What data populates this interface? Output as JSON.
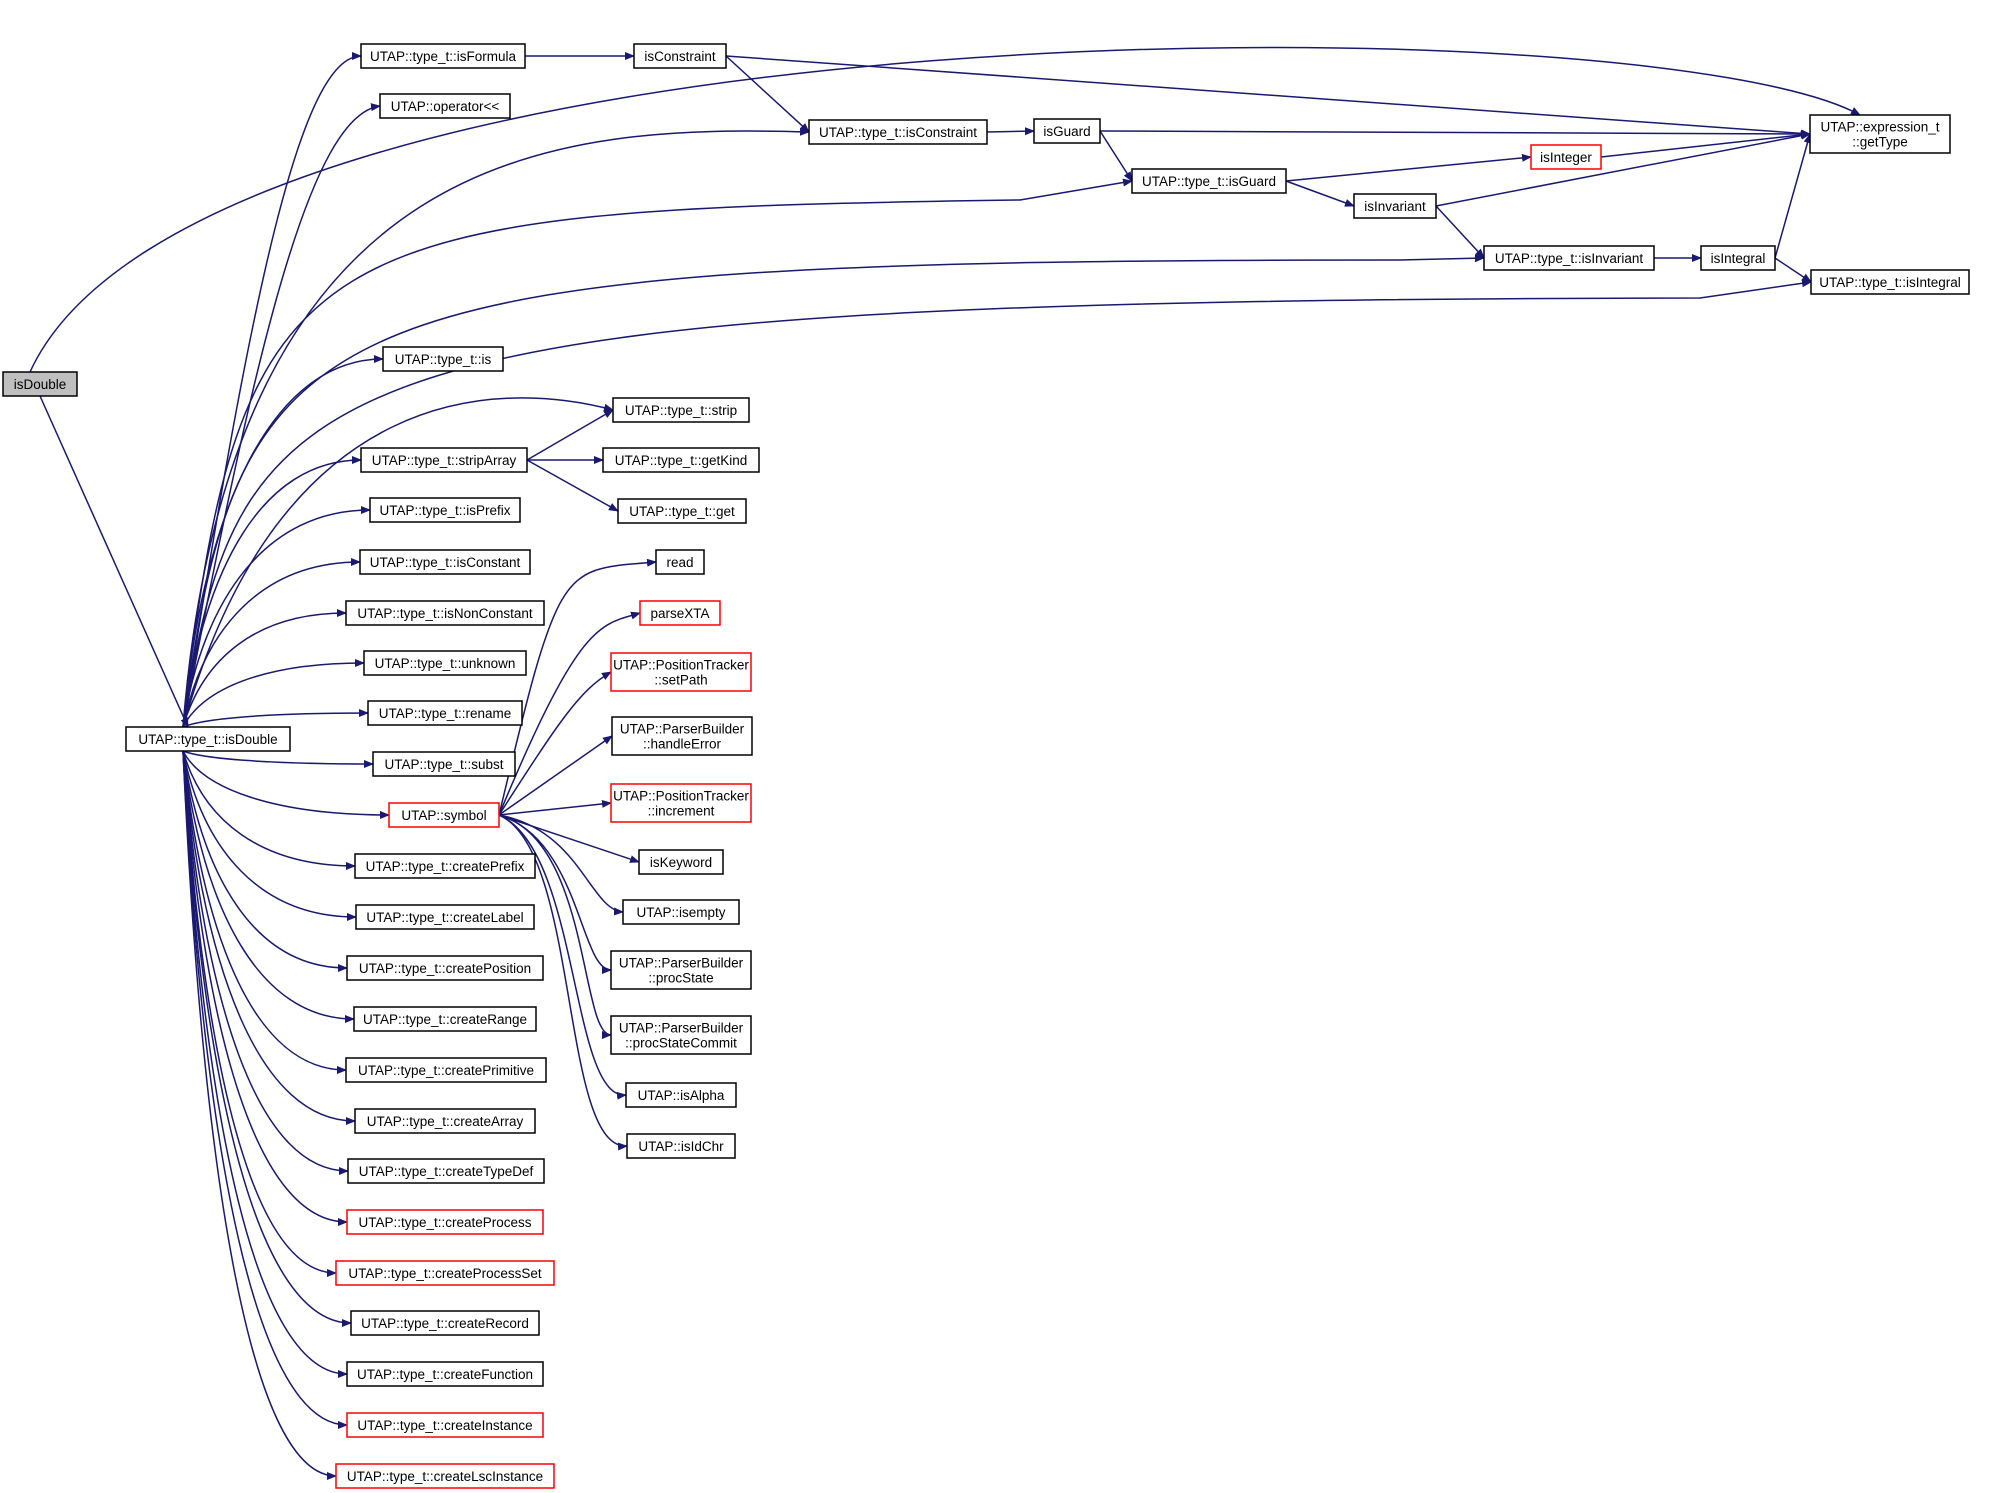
{
  "diagram": {
    "colors": {
      "edge": "#191970",
      "node_border": "#000000",
      "node_border_truncated": "#ff0000",
      "root_fill": "#bfbfbf",
      "background": "#ffffff"
    },
    "nodes": [
      {
        "id": "n_isDouble",
        "lines": [
          "isDouble"
        ],
        "root": true
      },
      {
        "id": "n_type_isDouble",
        "lines": [
          "UTAP::type_t::isDouble"
        ]
      },
      {
        "id": "n_isFormula",
        "lines": [
          "UTAP::type_t::isFormula"
        ]
      },
      {
        "id": "n_operator",
        "lines": [
          "UTAP::operator<<"
        ]
      },
      {
        "id": "n_isConstraint",
        "lines": [
          "isConstraint"
        ]
      },
      {
        "id": "n_type_isConstraint",
        "lines": [
          "UTAP::type_t::isConstraint"
        ]
      },
      {
        "id": "n_isGuard",
        "lines": [
          "isGuard"
        ]
      },
      {
        "id": "n_type_isGuard",
        "lines": [
          "UTAP::type_t::isGuard"
        ]
      },
      {
        "id": "n_isInteger",
        "lines": [
          "isInteger"
        ],
        "truncated": true
      },
      {
        "id": "n_isInvariant",
        "lines": [
          "isInvariant"
        ]
      },
      {
        "id": "n_type_isInvariant",
        "lines": [
          "UTAP::type_t::isInvariant"
        ]
      },
      {
        "id": "n_isIntegral",
        "lines": [
          "isIntegral"
        ]
      },
      {
        "id": "n_type_isIntegral",
        "lines": [
          "UTAP::type_t::isIntegral"
        ]
      },
      {
        "id": "n_getType",
        "lines": [
          "UTAP::expression_t",
          "::getType"
        ]
      },
      {
        "id": "n_is",
        "lines": [
          "UTAP::type_t::is"
        ]
      },
      {
        "id": "n_strip",
        "lines": [
          "UTAP::type_t::strip"
        ]
      },
      {
        "id": "n_stripArray",
        "lines": [
          "UTAP::type_t::stripArray"
        ]
      },
      {
        "id": "n_getKind",
        "lines": [
          "UTAP::type_t::getKind"
        ]
      },
      {
        "id": "n_get",
        "lines": [
          "UTAP::type_t::get"
        ]
      },
      {
        "id": "n_isPrefix",
        "lines": [
          "UTAP::type_t::isPrefix"
        ]
      },
      {
        "id": "n_isConstant",
        "lines": [
          "UTAP::type_t::isConstant"
        ]
      },
      {
        "id": "n_isNonConstant",
        "lines": [
          "UTAP::type_t::isNonConstant"
        ]
      },
      {
        "id": "n_unknown",
        "lines": [
          "UTAP::type_t::unknown"
        ]
      },
      {
        "id": "n_rename",
        "lines": [
          "UTAP::type_t::rename"
        ]
      },
      {
        "id": "n_subst",
        "lines": [
          "UTAP::type_t::subst"
        ]
      },
      {
        "id": "n_symbol",
        "lines": [
          "UTAP::symbol"
        ],
        "truncated": true
      },
      {
        "id": "n_read",
        "lines": [
          "read"
        ]
      },
      {
        "id": "n_parseXTA",
        "lines": [
          "parseXTA"
        ],
        "truncated": true
      },
      {
        "id": "n_setPath",
        "lines": [
          "UTAP::PositionTracker",
          "::setPath"
        ],
        "truncated": true
      },
      {
        "id": "n_handleError",
        "lines": [
          "UTAP::ParserBuilder",
          "::handleError"
        ]
      },
      {
        "id": "n_increment",
        "lines": [
          "UTAP::PositionTracker",
          "::increment"
        ],
        "truncated": true
      },
      {
        "id": "n_isKeyword",
        "lines": [
          "isKeyword"
        ]
      },
      {
        "id": "n_isempty",
        "lines": [
          "UTAP::isempty"
        ]
      },
      {
        "id": "n_procState",
        "lines": [
          "UTAP::ParserBuilder",
          "::procState"
        ]
      },
      {
        "id": "n_procStateCommit",
        "lines": [
          "UTAP::ParserBuilder",
          "::procStateCommit"
        ]
      },
      {
        "id": "n_isAlpha",
        "lines": [
          "UTAP::isAlpha"
        ]
      },
      {
        "id": "n_isIdChr",
        "lines": [
          "UTAP::isIdChr"
        ]
      },
      {
        "id": "n_createPrefix",
        "lines": [
          "UTAP::type_t::createPrefix"
        ]
      },
      {
        "id": "n_createLabel",
        "lines": [
          "UTAP::type_t::createLabel"
        ]
      },
      {
        "id": "n_createPosition",
        "lines": [
          "UTAP::type_t::createPosition"
        ]
      },
      {
        "id": "n_createRange",
        "lines": [
          "UTAP::type_t::createRange"
        ]
      },
      {
        "id": "n_createPrimitive",
        "lines": [
          "UTAP::type_t::createPrimitive"
        ]
      },
      {
        "id": "n_createArray",
        "lines": [
          "UTAP::type_t::createArray"
        ]
      },
      {
        "id": "n_createTypeDef",
        "lines": [
          "UTAP::type_t::createTypeDef"
        ]
      },
      {
        "id": "n_createProcess",
        "lines": [
          "UTAP::type_t::createProcess"
        ],
        "truncated": true
      },
      {
        "id": "n_createProcessSet",
        "lines": [
          "UTAP::type_t::createProcessSet"
        ],
        "truncated": true
      },
      {
        "id": "n_createRecord",
        "lines": [
          "UTAP::type_t::createRecord"
        ]
      },
      {
        "id": "n_createFunction",
        "lines": [
          "UTAP::type_t::createFunction"
        ]
      },
      {
        "id": "n_createInstance",
        "lines": [
          "UTAP::type_t::createInstance"
        ],
        "truncated": true
      },
      {
        "id": "n_createLscInstance",
        "lines": [
          "UTAP::type_t::createLscInstance"
        ],
        "truncated": true
      }
    ],
    "edges": [
      [
        "n_isDouble",
        "n_getType"
      ],
      [
        "n_isDouble",
        "n_type_isDouble"
      ],
      [
        "n_type_isDouble",
        "n_isFormula"
      ],
      [
        "n_type_isDouble",
        "n_operator"
      ],
      [
        "n_type_isDouble",
        "n_type_isConstraint"
      ],
      [
        "n_type_isDouble",
        "n_type_isGuard"
      ],
      [
        "n_type_isDouble",
        "n_type_isInvariant"
      ],
      [
        "n_type_isDouble",
        "n_type_isIntegral"
      ],
      [
        "n_type_isDouble",
        "n_is"
      ],
      [
        "n_type_isDouble",
        "n_strip"
      ],
      [
        "n_type_isDouble",
        "n_stripArray"
      ],
      [
        "n_type_isDouble",
        "n_isPrefix"
      ],
      [
        "n_type_isDouble",
        "n_isConstant"
      ],
      [
        "n_type_isDouble",
        "n_isNonConstant"
      ],
      [
        "n_type_isDouble",
        "n_unknown"
      ],
      [
        "n_type_isDouble",
        "n_rename"
      ],
      [
        "n_type_isDouble",
        "n_subst"
      ],
      [
        "n_type_isDouble",
        "n_symbol"
      ],
      [
        "n_type_isDouble",
        "n_createPrefix"
      ],
      [
        "n_type_isDouble",
        "n_createLabel"
      ],
      [
        "n_type_isDouble",
        "n_createPosition"
      ],
      [
        "n_type_isDouble",
        "n_createRange"
      ],
      [
        "n_type_isDouble",
        "n_createPrimitive"
      ],
      [
        "n_type_isDouble",
        "n_createArray"
      ],
      [
        "n_type_isDouble",
        "n_createTypeDef"
      ],
      [
        "n_type_isDouble",
        "n_createProcess"
      ],
      [
        "n_type_isDouble",
        "n_createProcessSet"
      ],
      [
        "n_type_isDouble",
        "n_createRecord"
      ],
      [
        "n_type_isDouble",
        "n_createFunction"
      ],
      [
        "n_type_isDouble",
        "n_createInstance"
      ],
      [
        "n_type_isDouble",
        "n_createLscInstance"
      ],
      [
        "n_isFormula",
        "n_isConstraint"
      ],
      [
        "n_isConstraint",
        "n_getType"
      ],
      [
        "n_isConstraint",
        "n_type_isConstraint"
      ],
      [
        "n_type_isConstraint",
        "n_isGuard"
      ],
      [
        "n_isGuard",
        "n_getType"
      ],
      [
        "n_isGuard",
        "n_type_isGuard"
      ],
      [
        "n_type_isGuard",
        "n_isInteger"
      ],
      [
        "n_type_isGuard",
        "n_isInvariant"
      ],
      [
        "n_isInteger",
        "n_getType"
      ],
      [
        "n_isInvariant",
        "n_getType"
      ],
      [
        "n_isInvariant",
        "n_type_isInvariant"
      ],
      [
        "n_type_isInvariant",
        "n_isIntegral"
      ],
      [
        "n_isIntegral",
        "n_getType"
      ],
      [
        "n_isIntegral",
        "n_type_isIntegral"
      ],
      [
        "n_stripArray",
        "n_strip"
      ],
      [
        "n_stripArray",
        "n_getKind"
      ],
      [
        "n_stripArray",
        "n_get"
      ],
      [
        "n_symbol",
        "n_read"
      ],
      [
        "n_symbol",
        "n_parseXTA"
      ],
      [
        "n_symbol",
        "n_setPath"
      ],
      [
        "n_symbol",
        "n_handleError"
      ],
      [
        "n_symbol",
        "n_increment"
      ],
      [
        "n_symbol",
        "n_isKeyword"
      ],
      [
        "n_symbol",
        "n_isempty"
      ],
      [
        "n_symbol",
        "n_procState"
      ],
      [
        "n_symbol",
        "n_procStateCommit"
      ],
      [
        "n_symbol",
        "n_isAlpha"
      ],
      [
        "n_symbol",
        "n_isIdChr"
      ]
    ]
  }
}
